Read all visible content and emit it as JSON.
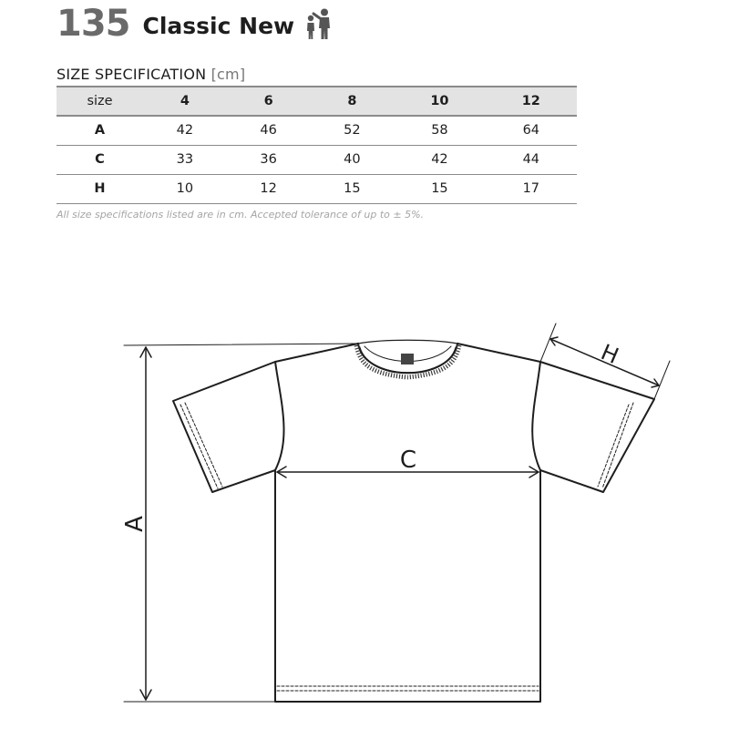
{
  "product": {
    "code": "135",
    "name": "Classic New",
    "icon": "kids-icon"
  },
  "spec": {
    "title": "SIZE SPECIFICATION",
    "unit": "[cm]",
    "header": [
      "size",
      "4",
      "6",
      "8",
      "10",
      "12"
    ],
    "rows": [
      [
        "A",
        "42",
        "46",
        "52",
        "58",
        "64"
      ],
      [
        "C",
        "33",
        "36",
        "40",
        "42",
        "44"
      ],
      [
        "H",
        "10",
        "12",
        "15",
        "15",
        "17"
      ]
    ],
    "note": "All size specifications listed are in cm. Accepted tolerance of up to ± 5%."
  },
  "diagram": {
    "label_a": "A",
    "label_c": "C",
    "label_h": "H",
    "line_color": "#1e1e1e"
  }
}
